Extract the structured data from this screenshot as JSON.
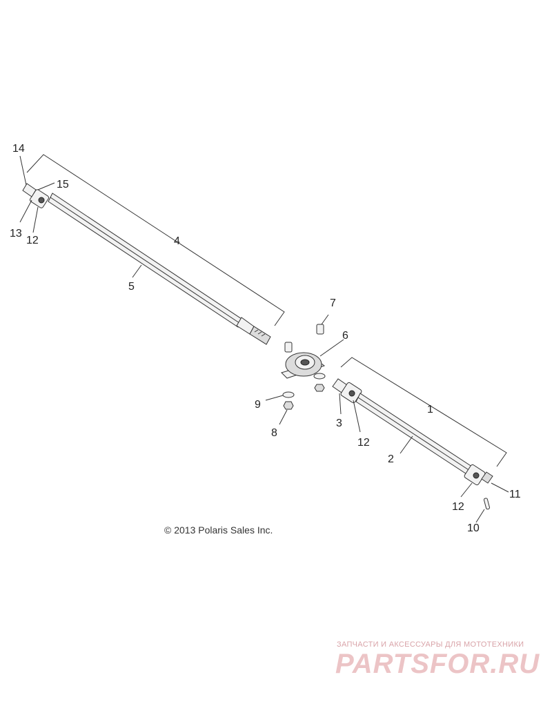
{
  "callouts": {
    "c1": "1",
    "c2": "2",
    "c3": "3",
    "c4": "4",
    "c5": "5",
    "c6": "6",
    "c7": "7",
    "c8": "8",
    "c9": "9",
    "c10": "10",
    "c11": "11",
    "c12a": "12",
    "c12b": "12",
    "c12c": "12",
    "c13": "13",
    "c14": "14",
    "c15": "15"
  },
  "copyright": "© 2013 Polaris Sales Inc.",
  "watermark": {
    "tagline": "ЗАПЧАСТИ И АКСЕССУАРЫ ДЛЯ МОТОТЕХНИКИ",
    "logo": "PARTSFOR.RU"
  }
}
